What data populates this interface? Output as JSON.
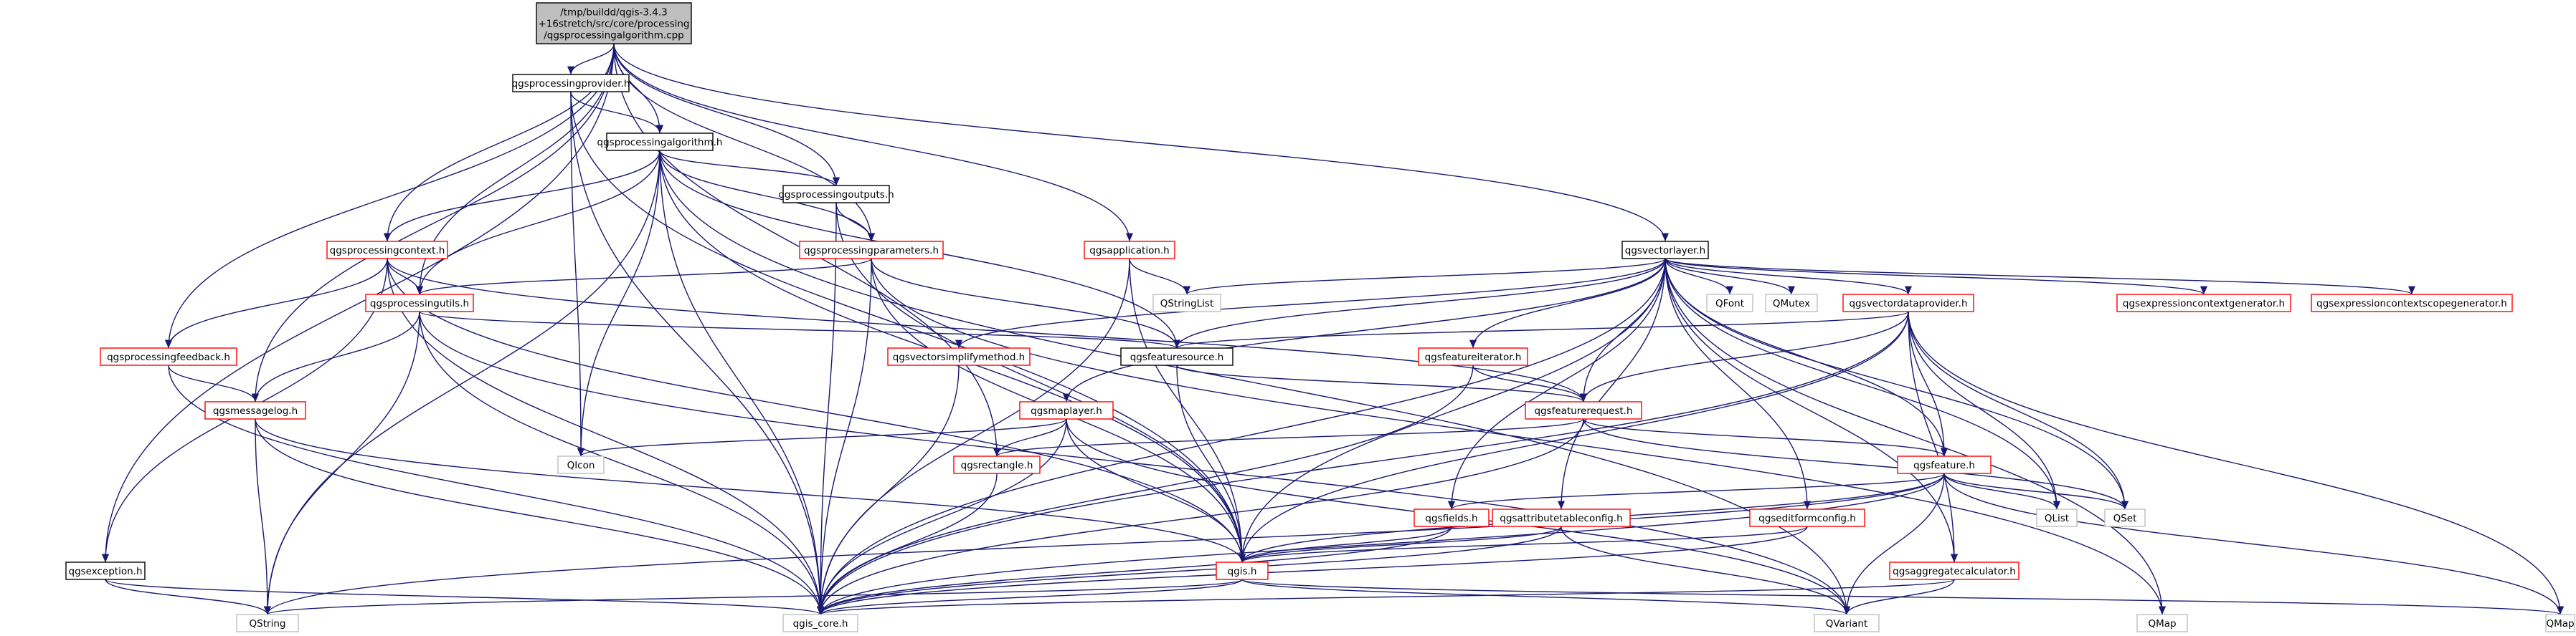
{
  "colors": {
    "edge": "#191970",
    "border_documented": "#000000",
    "border_undocumented": "#ff0000",
    "border_system": "#bfbfbf",
    "root_fill": "#bfbfbf",
    "fill": "#ffffff"
  },
  "root": {
    "id": "root",
    "lines": [
      "/tmp/buildd/qgis-3.4.3",
      "+16stretch/src/core/processing",
      "/qgsprocessingalgorithm.cpp"
    ]
  },
  "nodes": [
    {
      "id": "provider",
      "label": "qgsprocessingprovider.h",
      "kind": "documented"
    },
    {
      "id": "algorithm",
      "label": "qgsprocessingalgorithm.h",
      "kind": "documented"
    },
    {
      "id": "outputs",
      "label": "qgsprocessingoutputs.h",
      "kind": "documented"
    },
    {
      "id": "params",
      "label": "qgsprocessingparameters.h",
      "kind": "undocumented"
    },
    {
      "id": "context",
      "label": "qgsprocessingcontext.h",
      "kind": "undocumented"
    },
    {
      "id": "utils",
      "label": "qgsprocessingutils.h",
      "kind": "undocumented"
    },
    {
      "id": "feedback",
      "label": "qgsprocessingfeedback.h",
      "kind": "undocumented"
    },
    {
      "id": "msglog",
      "label": "qgsmessagelog.h",
      "kind": "undocumented"
    },
    {
      "id": "exception",
      "label": "qgsexception.h",
      "kind": "documented"
    },
    {
      "id": "application",
      "label": "qgsapplication.h",
      "kind": "undocumented"
    },
    {
      "id": "vectorlayer",
      "label": "qgsvectorlayer.h",
      "kind": "documented"
    },
    {
      "id": "simplify",
      "label": "qgsvectorsimplifymethod.h",
      "kind": "undocumented"
    },
    {
      "id": "featuresource",
      "label": "qgsfeaturesource.h",
      "kind": "documented"
    },
    {
      "id": "featureiterator",
      "label": "qgsfeatureiterator.h",
      "kind": "undocumented"
    },
    {
      "id": "featurerequest",
      "label": "qgsfeaturerequest.h",
      "kind": "undocumented"
    },
    {
      "id": "maplayer",
      "label": "qgsmaplayer.h",
      "kind": "undocumented"
    },
    {
      "id": "rectangle",
      "label": "qgsrectangle.h",
      "kind": "undocumented"
    },
    {
      "id": "dataprovider",
      "label": "qgsvectordataprovider.h",
      "kind": "undocumented"
    },
    {
      "id": "feature",
      "label": "qgsfeature.h",
      "kind": "undocumented"
    },
    {
      "id": "fields",
      "label": "qgsfields.h",
      "kind": "undocumented"
    },
    {
      "id": "attrtable",
      "label": "qgsattributetableconfig.h",
      "kind": "undocumented"
    },
    {
      "id": "editform",
      "label": "qgseditformconfig.h",
      "kind": "undocumented"
    },
    {
      "id": "aggregate",
      "label": "qgsaggregatecalculator.h",
      "kind": "undocumented"
    },
    {
      "id": "exprctxgen",
      "label": "qgsexpressioncontextgenerator.h",
      "kind": "undocumented"
    },
    {
      "id": "exprscopegen",
      "label": "qgsexpressioncontextscopegenerator.h",
      "kind": "undocumented"
    },
    {
      "id": "qgis",
      "label": "qgis.h",
      "kind": "undocumented"
    },
    {
      "id": "qgiscore",
      "label": "qgis_core.h",
      "kind": "system"
    },
    {
      "id": "qstring",
      "label": "QString",
      "kind": "system"
    },
    {
      "id": "qvariant",
      "label": "QVariant",
      "kind": "system"
    },
    {
      "id": "qmap_r",
      "label": "QMap",
      "kind": "system"
    },
    {
      "id": "qmap_l",
      "label": "QMap",
      "kind": "system"
    },
    {
      "id": "qicon",
      "label": "QIcon",
      "kind": "system"
    },
    {
      "id": "qstringlist",
      "label": "QStringList",
      "kind": "system"
    },
    {
      "id": "qfont",
      "label": "QFont",
      "kind": "system"
    },
    {
      "id": "qmutex",
      "label": "QMutex",
      "kind": "system"
    },
    {
      "id": "qlist",
      "label": "QList",
      "kind": "system"
    },
    {
      "id": "qset",
      "label": "QSet",
      "kind": "system"
    }
  ],
  "edges": [
    [
      "root",
      "provider"
    ],
    [
      "root",
      "algorithm"
    ],
    [
      "root",
      "outputs"
    ],
    [
      "root",
      "params"
    ],
    [
      "root",
      "context"
    ],
    [
      "root",
      "utils"
    ],
    [
      "root",
      "feedback"
    ],
    [
      "root",
      "msglog"
    ],
    [
      "root",
      "exception"
    ],
    [
      "root",
      "application"
    ],
    [
      "root",
      "vectorlayer"
    ],
    [
      "root",
      "rectangle"
    ],
    [
      "provider",
      "algorithm"
    ],
    [
      "provider",
      "qgiscore"
    ],
    [
      "provider",
      "qicon"
    ],
    [
      "provider",
      "qgis"
    ],
    [
      "algorithm",
      "outputs"
    ],
    [
      "algorithm",
      "params"
    ],
    [
      "algorithm",
      "context"
    ],
    [
      "algorithm",
      "utils"
    ],
    [
      "algorithm",
      "qstring"
    ],
    [
      "algorithm",
      "qgiscore"
    ],
    [
      "algorithm",
      "qicon"
    ],
    [
      "algorithm",
      "featuresource"
    ],
    [
      "algorithm",
      "qvariant"
    ],
    [
      "algorithm",
      "qgis"
    ],
    [
      "outputs",
      "params"
    ],
    [
      "outputs",
      "qgiscore"
    ],
    [
      "outputs",
      "qgis"
    ],
    [
      "params",
      "utils"
    ],
    [
      "params",
      "featuresource"
    ],
    [
      "params",
      "qgiscore"
    ],
    [
      "params",
      "qgis"
    ],
    [
      "params",
      "qmap_r"
    ],
    [
      "context",
      "utils"
    ],
    [
      "context",
      "feedback"
    ],
    [
      "context",
      "exception"
    ],
    [
      "context",
      "qgiscore"
    ],
    [
      "context",
      "featurerequest"
    ],
    [
      "context",
      "qgis"
    ],
    [
      "utils",
      "msglog"
    ],
    [
      "utils",
      "featuresource"
    ],
    [
      "utils",
      "qstring"
    ],
    [
      "utils",
      "qgiscore"
    ],
    [
      "utils",
      "qvariant"
    ],
    [
      "feedback",
      "msglog"
    ],
    [
      "feedback",
      "qgiscore"
    ],
    [
      "msglog",
      "qstring"
    ],
    [
      "msglog",
      "qgiscore"
    ],
    [
      "msglog",
      "qgis"
    ],
    [
      "exception",
      "qstring"
    ],
    [
      "exception",
      "qgiscore"
    ],
    [
      "application",
      "qstringlist"
    ],
    [
      "application",
      "qgiscore"
    ],
    [
      "application",
      "qgis"
    ],
    [
      "vectorlayer",
      "simplify"
    ],
    [
      "vectorlayer",
      "featuresource"
    ],
    [
      "vectorlayer",
      "featureiterator"
    ],
    [
      "vectorlayer",
      "featurerequest"
    ],
    [
      "vectorlayer",
      "maplayer"
    ],
    [
      "vectorlayer",
      "dataprovider"
    ],
    [
      "vectorlayer",
      "feature"
    ],
    [
      "vectorlayer",
      "fields"
    ],
    [
      "vectorlayer",
      "attrtable"
    ],
    [
      "vectorlayer",
      "editform"
    ],
    [
      "vectorlayer",
      "aggregate"
    ],
    [
      "vectorlayer",
      "exprctxgen"
    ],
    [
      "vectorlayer",
      "exprscopegen"
    ],
    [
      "vectorlayer",
      "qstringlist"
    ],
    [
      "vectorlayer",
      "qfont"
    ],
    [
      "vectorlayer",
      "qmutex"
    ],
    [
      "vectorlayer",
      "qlist"
    ],
    [
      "vectorlayer",
      "qset"
    ],
    [
      "vectorlayer",
      "qgiscore"
    ],
    [
      "vectorlayer",
      "qgis"
    ],
    [
      "vectorlayer",
      "qmap_r"
    ],
    [
      "simplify",
      "qgiscore"
    ],
    [
      "featuresource",
      "featurerequest"
    ],
    [
      "featuresource",
      "qgis"
    ],
    [
      "featureiterator",
      "featurerequest"
    ],
    [
      "featureiterator",
      "qgiscore"
    ],
    [
      "featurerequest",
      "rectangle"
    ],
    [
      "featurerequest",
      "feature"
    ],
    [
      "featurerequest",
      "qgiscore"
    ],
    [
      "featurerequest",
      "qset"
    ],
    [
      "maplayer",
      "rectangle"
    ],
    [
      "maplayer",
      "qgis"
    ],
    [
      "maplayer",
      "qgiscore"
    ],
    [
      "maplayer",
      "qicon"
    ],
    [
      "maplayer",
      "qvariant"
    ],
    [
      "rectangle",
      "qgiscore"
    ],
    [
      "dataprovider",
      "featuresource"
    ],
    [
      "dataprovider",
      "featurerequest"
    ],
    [
      "dataprovider",
      "feature"
    ],
    [
      "dataprovider",
      "aggregate"
    ],
    [
      "dataprovider",
      "qgis"
    ],
    [
      "dataprovider",
      "qgiscore"
    ],
    [
      "dataprovider",
      "qlist"
    ],
    [
      "dataprovider",
      "qset"
    ],
    [
      "dataprovider",
      "qmap_l"
    ],
    [
      "feature",
      "fields"
    ],
    [
      "feature",
      "qgis"
    ],
    [
      "feature",
      "qgiscore"
    ],
    [
      "feature",
      "qlist"
    ],
    [
      "feature",
      "qset"
    ],
    [
      "feature",
      "qmap_l"
    ],
    [
      "feature",
      "qvariant"
    ],
    [
      "feature",
      "qstring"
    ],
    [
      "fields",
      "qgis"
    ],
    [
      "fields",
      "qgiscore"
    ],
    [
      "attrtable",
      "qgis"
    ],
    [
      "attrtable",
      "qgiscore"
    ],
    [
      "attrtable",
      "qvariant"
    ],
    [
      "editform",
      "qgis"
    ],
    [
      "editform",
      "qgiscore"
    ],
    [
      "aggregate",
      "qgiscore"
    ],
    [
      "aggregate",
      "qvariant"
    ],
    [
      "qgis",
      "qgiscore"
    ],
    [
      "qgis",
      "qstring"
    ],
    [
      "qgis",
      "qvariant"
    ],
    [
      "qgis",
      "qmap_l"
    ]
  ]
}
